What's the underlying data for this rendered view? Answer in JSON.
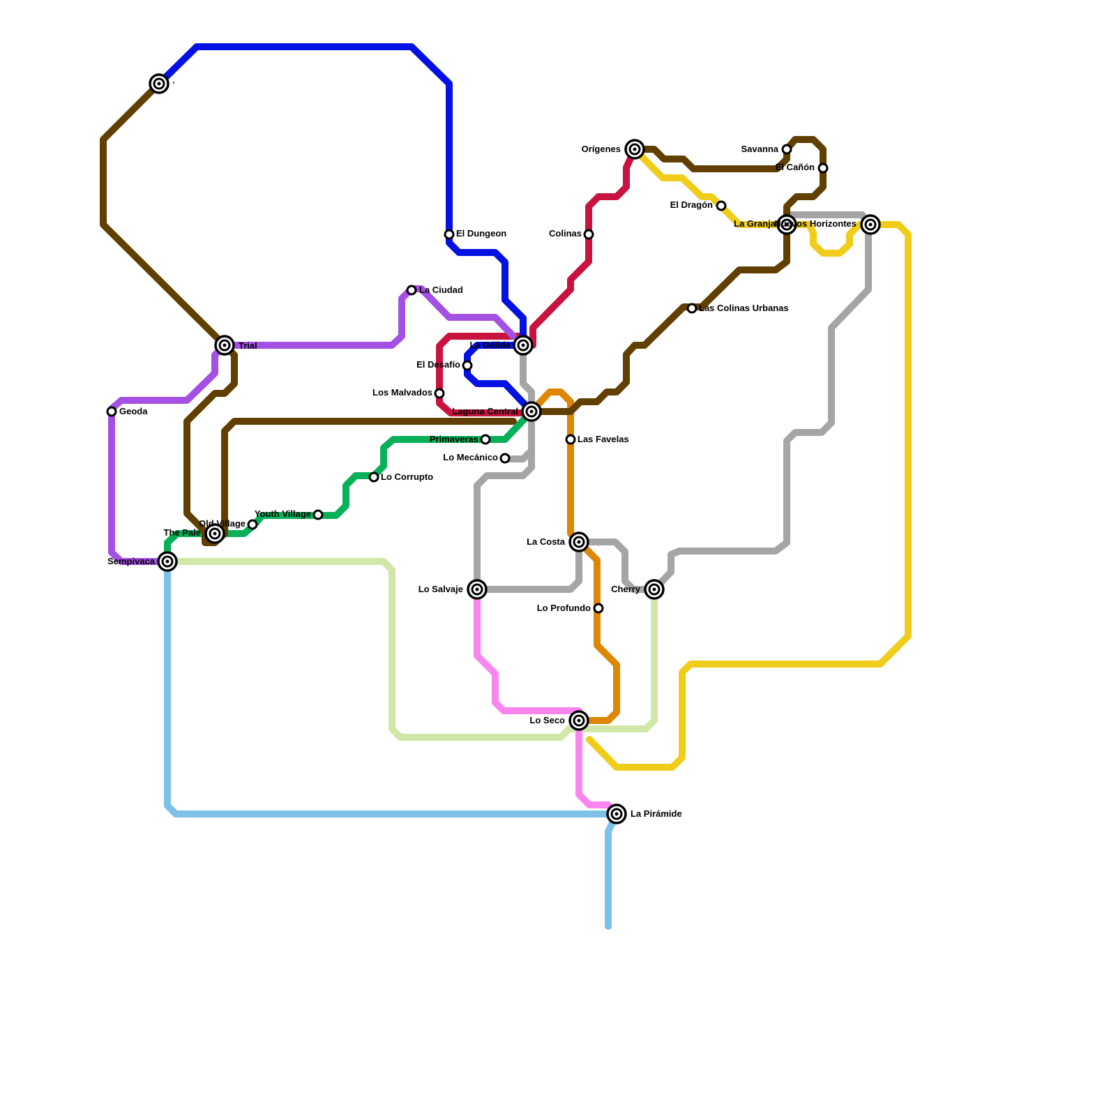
{
  "lines": [
    {
      "id": "brown",
      "color": "#613f00"
    },
    {
      "id": "blue",
      "color": "#0311e3"
    },
    {
      "id": "purple",
      "color": "#a450e3"
    },
    {
      "id": "crimson",
      "color": "#c8133f"
    },
    {
      "id": "green",
      "color": "#08b159"
    },
    {
      "id": "grey",
      "color": "#a5a5a5"
    },
    {
      "id": "orange",
      "color": "#de8606"
    },
    {
      "id": "yellow",
      "color": "#f1cd1b"
    },
    {
      "id": "lightgreen",
      "color": "#d1e7a8"
    },
    {
      "id": "pink",
      "color": "#fb85ef"
    },
    {
      "id": "skyblue",
      "color": "#7dc1e8"
    }
  ],
  "stations": [
    {
      "id": "top-left",
      "name": "·",
      "interchange": true
    },
    {
      "id": "trial",
      "name": "Trial",
      "interchange": true
    },
    {
      "id": "geoda",
      "name": "Geoda",
      "interchange": false
    },
    {
      "id": "sempivaca",
      "name": "Sempivaca",
      "interchange": true
    },
    {
      "id": "the-pale",
      "name": "The Pale",
      "interchange": true
    },
    {
      "id": "old-village",
      "name": "Old Village",
      "interchange": false
    },
    {
      "id": "youth-village",
      "name": "Youth Village",
      "interchange": false
    },
    {
      "id": "lo-corrupto",
      "name": "Lo Corrupto",
      "interchange": false
    },
    {
      "id": "la-ciudad",
      "name": "La Ciudad",
      "interchange": false
    },
    {
      "id": "el-dungeon",
      "name": "El Dungeon",
      "interchange": false
    },
    {
      "id": "la-gelida",
      "name": "La Gélida",
      "interchange": true
    },
    {
      "id": "el-desafio",
      "name": "El Desafío",
      "interchange": false
    },
    {
      "id": "los-malvados",
      "name": "Los Malvados",
      "interchange": false
    },
    {
      "id": "laguna-central",
      "name": "Laguna Central",
      "interchange": true
    },
    {
      "id": "primaveras",
      "name": "Primaveras",
      "interchange": false
    },
    {
      "id": "lo-mecanico",
      "name": "Lo Mecánico",
      "interchange": false
    },
    {
      "id": "lo-salvaje",
      "name": "Lo Salvaje",
      "interchange": true
    },
    {
      "id": "las-favelas",
      "name": "Las Favelas",
      "interchange": false
    },
    {
      "id": "la-costa",
      "name": "La Costa",
      "interchange": true
    },
    {
      "id": "lo-profundo",
      "name": "Lo Profundo",
      "interchange": false
    },
    {
      "id": "lo-seco",
      "name": "Lo Seco",
      "interchange": true
    },
    {
      "id": "la-piramide",
      "name": "La Pirámide",
      "interchange": true
    },
    {
      "id": "cherry",
      "name": "Cherry",
      "interchange": true
    },
    {
      "id": "colinas",
      "name": "Colinas",
      "interchange": false
    },
    {
      "id": "origenes",
      "name": "Orígenes",
      "interchange": true
    },
    {
      "id": "el-dragon",
      "name": "El Dragón",
      "interchange": false
    },
    {
      "id": "las-colinas-urbanas",
      "name": "Las Colinas Urbanas",
      "interchange": false
    },
    {
      "id": "savanna",
      "name": "Savanna",
      "interchange": false
    },
    {
      "id": "el-canon",
      "name": "El Cañón",
      "interchange": false
    },
    {
      "id": "la-granja",
      "name": "La Granja",
      "interchange": true
    },
    {
      "id": "nuevos-horizontes",
      "name": "Nuevos Horizontes",
      "interchange": true
    }
  ]
}
